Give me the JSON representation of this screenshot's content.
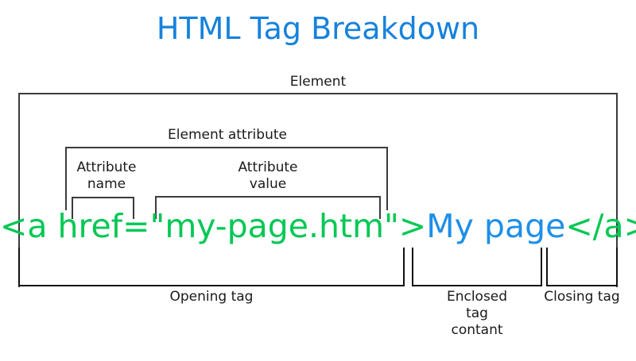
{
  "title": "HTML Tag Breakdown",
  "colors": {
    "title_blue": "#1682dc",
    "tag_green": "#00c853",
    "content_blue": "#1e8fe8",
    "bracket_gray": "#444444",
    "bracket_black": "#111111",
    "text_black": "#1a1a1a",
    "background": "#ffffff"
  },
  "code": {
    "opening_tag": "<a href=\"my-page.htm\">",
    "open_bracket": "<a href=",
    "attr_value_quoted": "\"my-page.htm\"",
    "gt": ">",
    "enclosed_content": "My page",
    "closing_tag": "</a>",
    "full": "<a href=\"my-page.htm\">My page</a>"
  },
  "labels": {
    "element": "Element",
    "element_attribute": "Element attribute",
    "attribute_name": "Attribute\nname",
    "attribute_value": "Attribute\nvalue",
    "opening_tag": "Opening tag",
    "enclosed_tag_content": "Enclosed\ntag\ncontant",
    "closing_tag": "Closing tag"
  }
}
